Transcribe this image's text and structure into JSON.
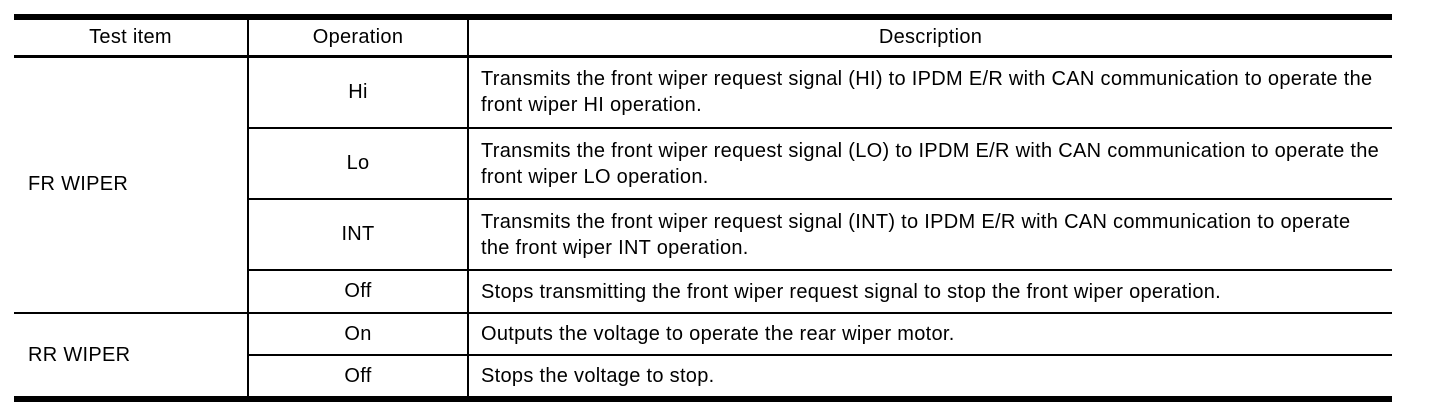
{
  "page": {
    "background": "#ffffff"
  },
  "table": {
    "columns": [
      "Test item",
      "Operation",
      "Description"
    ],
    "groups": [
      {
        "test_item": "FR WIPER",
        "rows": [
          {
            "operation": "Hi",
            "description": "Transmits the front wiper request signal (HI) to IPDM E/R with CAN communication to operate the front wiper HI operation."
          },
          {
            "operation": "Lo",
            "description": "Transmits the front wiper request signal (LO) to IPDM E/R with CAN communication to operate the front wiper LO operation."
          },
          {
            "operation": "INT",
            "description": "Transmits the front wiper request signal (INT) to IPDM E/R with CAN communication to operate the front wiper INT operation."
          },
          {
            "operation": "Off",
            "description": "Stops transmitting the front wiper request signal to stop the front wiper operation."
          }
        ]
      },
      {
        "test_item": "RR WIPER",
        "rows": [
          {
            "operation": "On",
            "description": "Outputs the voltage to operate the rear wiper motor."
          },
          {
            "operation": "Off",
            "description": "Stops the voltage to stop."
          }
        ]
      }
    ],
    "colors": {
      "border": "#000000",
      "text": "#000000",
      "background": "#ffffff"
    }
  }
}
